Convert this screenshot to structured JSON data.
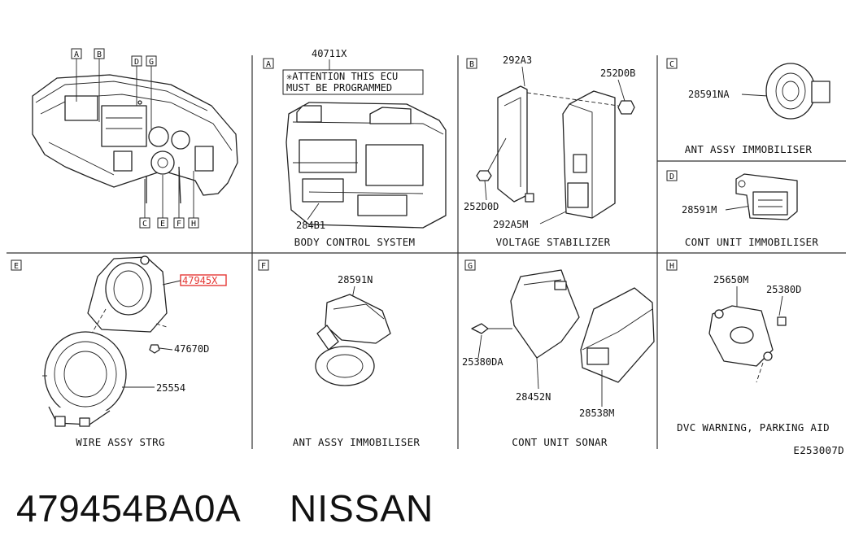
{
  "panels": {
    "overview": {
      "callouts": [
        "A",
        "B",
        "D",
        "G",
        "C",
        "E",
        "F",
        "H"
      ]
    },
    "A": {
      "tag": "A",
      "note_line1": "✳ATTENTION THIS ECU",
      "note_line2": "MUST BE PROGRAMMED",
      "part_top": "40711X",
      "part_bottom": "284B1",
      "caption": "BODY CONTROL SYSTEM"
    },
    "B": {
      "tag": "B",
      "parts": [
        "292A3",
        "252D0B",
        "252D0D",
        "292A5M"
      ],
      "caption": "VOLTAGE STABILIZER"
    },
    "C": {
      "tag": "C",
      "part": "28591NA",
      "caption": "ANT ASSY IMMOBILISER"
    },
    "D": {
      "tag": "D",
      "part": "28591M",
      "caption": "CONT UNIT IMMOBILISER"
    },
    "E": {
      "tag": "E",
      "parts": [
        "47945X",
        "47670D",
        "25554"
      ],
      "caption": "WIRE ASSY STRG"
    },
    "F": {
      "tag": "F",
      "part": "28591N",
      "caption": "ANT ASSY IMMOBILISER"
    },
    "G": {
      "tag": "G",
      "parts": [
        "25380DA",
        "28452N",
        "28538M"
      ],
      "caption": "CONT UNIT SONAR"
    },
    "H": {
      "tag": "H",
      "parts": [
        "25650M",
        "25380D"
      ],
      "caption": "DVC WARNING, PARKING AID"
    }
  },
  "diagram_code": "E253007D",
  "footer": {
    "part_number": "479454BA0A",
    "brand": "NISSAN"
  },
  "colors": {
    "highlight": "#e53935",
    "line": "#222222"
  }
}
